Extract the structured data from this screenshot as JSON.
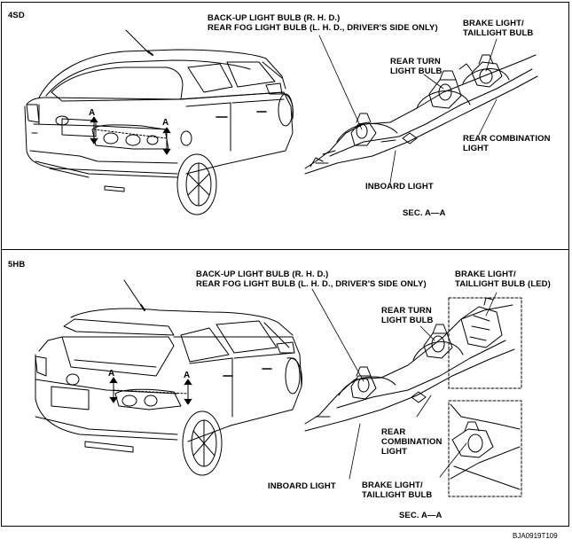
{
  "panels": {
    "sedan": {
      "tag": "4SD",
      "backup_label": "BACK-UP LIGHT BULB (R. H. D.)\nREAR FOG LIGHT BULB (L. H. D., DRIVER'S SIDE ONLY)",
      "brake_label": "BRAKE LIGHT/\nTAILLIGHT BULB",
      "turn_label": "REAR TURN\nLIGHT BULB",
      "combination_label": "REAR COMBINATION\nLIGHT",
      "inboard_label": "INBOARD LIGHT",
      "section_label": "SEC. A—A",
      "arrow_letter": "A"
    },
    "hatchback": {
      "tag": "5HB",
      "backup_label": "BACK-UP LIGHT BULB (R. H. D.)\nREAR FOG LIGHT BULB (L. H. D., DRIVER'S SIDE ONLY)",
      "brake_led_label": "BRAKE LIGHT/\nTAILLIGHT BULB (LED)",
      "turn_label": "REAR TURN\nLIGHT BULB",
      "combination_label": "REAR\nCOMBINATION\nLIGHT",
      "inboard_label": "INBOARD LIGHT",
      "brake_label": "BRAKE LIGHT/\nTAILLIGHT BULB",
      "section_label": "SEC. A—A",
      "arrow_letter": "A"
    }
  },
  "figure_code": "BJA0919T109",
  "colors": {
    "ink": "#000000",
    "paper": "#ffffff"
  }
}
